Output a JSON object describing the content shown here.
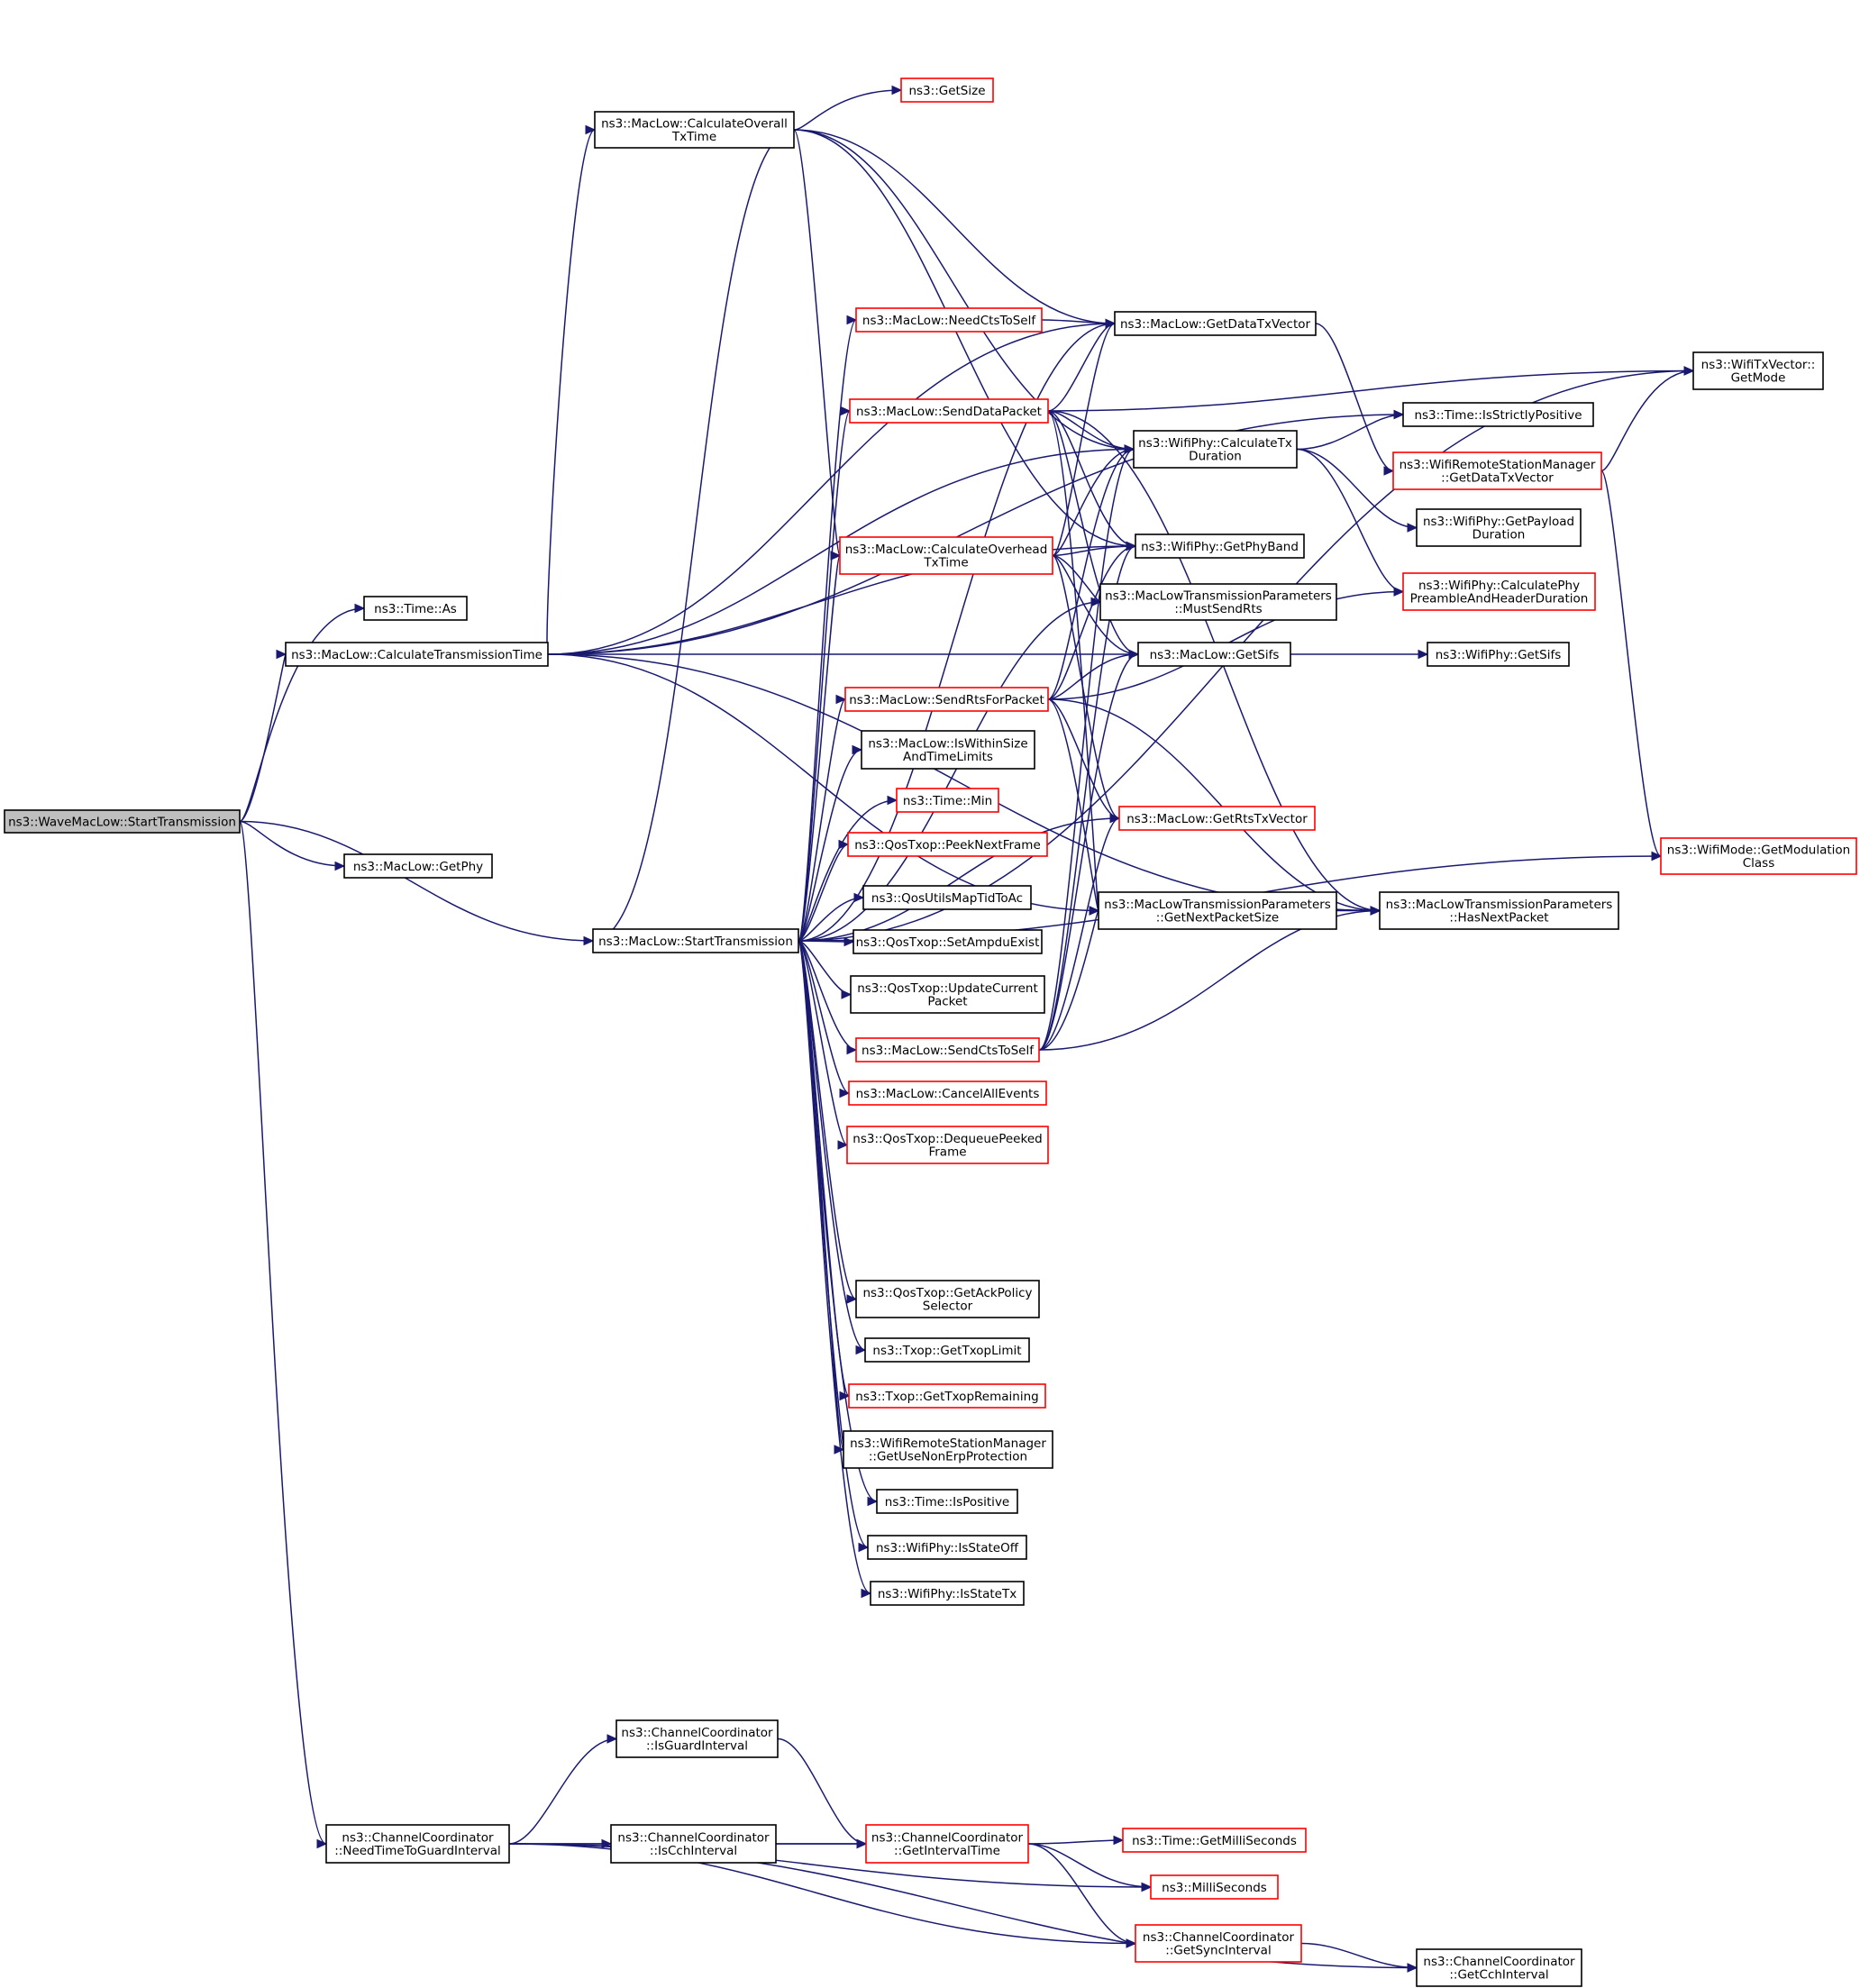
{
  "colors": {
    "edge": "#191970",
    "plain_border": "#000000",
    "red_border": "#ff0000",
    "root_fill": "#bfbfbf"
  },
  "nodes": [
    {
      "id": "root",
      "style": "root",
      "lines": [
        "ns3::WaveMacLow::StartTransmission"
      ]
    },
    {
      "id": "timeAs",
      "style": "plain",
      "lines": [
        "ns3::Time::As"
      ]
    },
    {
      "id": "calcTT",
      "style": "plain",
      "lines": [
        "ns3::MacLow::CalculateTransmissionTime"
      ]
    },
    {
      "id": "getPhy",
      "style": "plain",
      "lines": [
        "ns3::MacLow::GetPhy"
      ]
    },
    {
      "id": "startTx",
      "style": "plain",
      "lines": [
        "ns3::MacLow::StartTransmission"
      ]
    },
    {
      "id": "needGuard",
      "style": "plain",
      "lines": [
        "ns3::ChannelCoordinator",
        "::NeedTimeToGuardInterval"
      ]
    },
    {
      "id": "calcOverall",
      "style": "plain",
      "lines": [
        "ns3::MacLow::CalculateOverall",
        "TxTime"
      ]
    },
    {
      "id": "getSize",
      "style": "red",
      "lines": [
        "ns3::GetSize"
      ]
    },
    {
      "id": "needCts",
      "style": "red",
      "lines": [
        "ns3::MacLow::NeedCtsToSelf"
      ]
    },
    {
      "id": "sendData",
      "style": "red",
      "lines": [
        "ns3::MacLow::SendDataPacket"
      ]
    },
    {
      "id": "calcOverhead",
      "style": "red",
      "lines": [
        "ns3::MacLow::CalculateOverhead",
        "TxTime"
      ]
    },
    {
      "id": "sendRts",
      "style": "red",
      "lines": [
        "ns3::MacLow::SendRtsForPacket"
      ]
    },
    {
      "id": "isWithin",
      "style": "plain",
      "lines": [
        "ns3::MacLow::IsWithinSize",
        "AndTimeLimits"
      ]
    },
    {
      "id": "timeMin",
      "style": "red",
      "lines": [
        "ns3::Time::Min"
      ]
    },
    {
      "id": "peekNext",
      "style": "red",
      "lines": [
        "ns3::QosTxop::PeekNextFrame"
      ]
    },
    {
      "id": "qosMap",
      "style": "plain",
      "lines": [
        "ns3::QosUtilsMapTidToAc"
      ]
    },
    {
      "id": "setAmpdu",
      "style": "plain",
      "lines": [
        "ns3::QosTxop::SetAmpduExist"
      ]
    },
    {
      "id": "updateCur",
      "style": "plain",
      "lines": [
        "ns3::QosTxop::UpdateCurrent",
        "Packet"
      ]
    },
    {
      "id": "sendCts",
      "style": "red",
      "lines": [
        "ns3::MacLow::SendCtsToSelf"
      ]
    },
    {
      "id": "cancelAll",
      "style": "red",
      "lines": [
        "ns3::MacLow::CancelAllEvents"
      ]
    },
    {
      "id": "dequeue",
      "style": "red",
      "lines": [
        "ns3::QosTxop::DequeuePeeked",
        "Frame"
      ]
    },
    {
      "id": "ackPolicy",
      "style": "plain",
      "lines": [
        "ns3::QosTxop::GetAckPolicy",
        "Selector"
      ]
    },
    {
      "id": "txopLimit",
      "style": "plain",
      "lines": [
        "ns3::Txop::GetTxopLimit"
      ]
    },
    {
      "id": "txopRemain",
      "style": "red",
      "lines": [
        "ns3::Txop::GetTxopRemaining"
      ]
    },
    {
      "id": "useNonErp",
      "style": "plain",
      "lines": [
        "ns3::WifiRemoteStationManager",
        "::GetUseNonErpProtection"
      ]
    },
    {
      "id": "isPositive",
      "style": "plain",
      "lines": [
        "ns3::Time::IsPositive"
      ]
    },
    {
      "id": "isStateOff",
      "style": "plain",
      "lines": [
        "ns3::WifiPhy::IsStateOff"
      ]
    },
    {
      "id": "isStateTx",
      "style": "plain",
      "lines": [
        "ns3::WifiPhy::IsStateTx"
      ]
    },
    {
      "id": "getDataTxV",
      "style": "plain",
      "lines": [
        "ns3::MacLow::GetDataTxVector"
      ]
    },
    {
      "id": "calcTxDur",
      "style": "plain",
      "lines": [
        "ns3::WifiPhy::CalculateTx",
        "Duration"
      ]
    },
    {
      "id": "getPhyBand",
      "style": "plain",
      "lines": [
        "ns3::WifiPhy::GetPhyBand"
      ]
    },
    {
      "id": "mustSendRts",
      "style": "plain",
      "lines": [
        "ns3::MacLowTransmissionParameters",
        "::MustSendRts"
      ]
    },
    {
      "id": "getSifs",
      "style": "plain",
      "lines": [
        "ns3::MacLow::GetSifs"
      ]
    },
    {
      "id": "getRtsTxV",
      "style": "red",
      "lines": [
        "ns3::MacLow::GetRtsTxVector"
      ]
    },
    {
      "id": "getNextPkt",
      "style": "plain",
      "lines": [
        "ns3::MacLowTransmissionParameters",
        "::GetNextPacketSize"
      ]
    },
    {
      "id": "hasNextPkt",
      "style": "plain",
      "lines": [
        "ns3::MacLowTransmissionParameters",
        "::HasNextPacket"
      ]
    },
    {
      "id": "getMode",
      "style": "plain",
      "lines": [
        "ns3::WifiTxVector::",
        "GetMode"
      ]
    },
    {
      "id": "isStrictly",
      "style": "plain",
      "lines": [
        "ns3::Time::IsStrictlyPositive"
      ]
    },
    {
      "id": "wrsmDataTxV",
      "style": "red",
      "lines": [
        "ns3::WifiRemoteStationManager",
        "::GetDataTxVector"
      ]
    },
    {
      "id": "getPayload",
      "style": "plain",
      "lines": [
        "ns3::WifiPhy::GetPayload",
        "Duration"
      ]
    },
    {
      "id": "calcPreamble",
      "style": "red",
      "lines": [
        "ns3::WifiPhy::CalculatePhy",
        "PreambleAndHeaderDuration"
      ]
    },
    {
      "id": "phySifs",
      "style": "plain",
      "lines": [
        "ns3::WifiPhy::GetSifs"
      ]
    },
    {
      "id": "modClass",
      "style": "red",
      "lines": [
        "ns3::WifiMode::GetModulation",
        "Class"
      ]
    },
    {
      "id": "isGuard",
      "style": "plain",
      "lines": [
        "ns3::ChannelCoordinator",
        "::IsGuardInterval"
      ]
    },
    {
      "id": "isCch",
      "style": "plain",
      "lines": [
        "ns3::ChannelCoordinator",
        "::IsCchInterval"
      ]
    },
    {
      "id": "getInterval",
      "style": "red",
      "lines": [
        "ns3::ChannelCoordinator",
        "::GetIntervalTime"
      ]
    },
    {
      "id": "getMilli",
      "style": "red",
      "lines": [
        "ns3::Time::GetMilliSeconds"
      ]
    },
    {
      "id": "milliSec",
      "style": "red",
      "lines": [
        "ns3::MilliSeconds"
      ]
    },
    {
      "id": "getSync",
      "style": "red",
      "lines": [
        "ns3::ChannelCoordinator",
        "::GetSyncInterval"
      ]
    },
    {
      "id": "getCch",
      "style": "plain",
      "lines": [
        "ns3::ChannelCoordinator",
        "::GetCchInterval"
      ]
    }
  ],
  "edges": [
    [
      "root",
      "timeAs"
    ],
    [
      "root",
      "calcTT"
    ],
    [
      "root",
      "getPhy"
    ],
    [
      "root",
      "startTx"
    ],
    [
      "root",
      "needGuard"
    ],
    [
      "calcTT",
      "calcOverall"
    ],
    [
      "calcTT",
      "getPhyBand"
    ],
    [
      "calcTT",
      "isStrictly"
    ],
    [
      "calcTT",
      "getSifs"
    ],
    [
      "calcTT",
      "getDataTxV"
    ],
    [
      "calcTT",
      "calcTxDur"
    ],
    [
      "calcTT",
      "hasNextPkt"
    ],
    [
      "calcTT",
      "getNextPkt"
    ],
    [
      "calcOverall",
      "getSize"
    ],
    [
      "calcOverall",
      "getDataTxV"
    ],
    [
      "calcOverall",
      "calcTxDur"
    ],
    [
      "calcOverall",
      "calcOverhead"
    ],
    [
      "calcOverall",
      "getPhyBand"
    ],
    [
      "startTx",
      "calcOverall"
    ],
    [
      "startTx",
      "getMode"
    ],
    [
      "startTx",
      "needCts"
    ],
    [
      "startTx",
      "sendData"
    ],
    [
      "startTx",
      "calcOverhead"
    ],
    [
      "startTx",
      "sendRts"
    ],
    [
      "startTx",
      "isWithin"
    ],
    [
      "startTx",
      "timeMin"
    ],
    [
      "startTx",
      "peekNext"
    ],
    [
      "startTx",
      "qosMap"
    ],
    [
      "startTx",
      "setAmpdu"
    ],
    [
      "startTx",
      "updateCur"
    ],
    [
      "startTx",
      "sendCts"
    ],
    [
      "startTx",
      "cancelAll"
    ],
    [
      "startTx",
      "dequeue"
    ],
    [
      "startTx",
      "ackPolicy"
    ],
    [
      "startTx",
      "txopLimit"
    ],
    [
      "startTx",
      "txopRemain"
    ],
    [
      "startTx",
      "useNonErp"
    ],
    [
      "startTx",
      "isPositive"
    ],
    [
      "startTx",
      "isStateOff"
    ],
    [
      "startTx",
      "isStateTx"
    ],
    [
      "startTx",
      "getDataTxV"
    ],
    [
      "startTx",
      "mustSendRts"
    ],
    [
      "startTx",
      "modClass"
    ],
    [
      "startTx",
      "getRtsTxV"
    ],
    [
      "needCts",
      "getDataTxV"
    ],
    [
      "sendData",
      "getDataTxV"
    ],
    [
      "sendData",
      "getMode"
    ],
    [
      "sendData",
      "calcTxDur"
    ],
    [
      "sendData",
      "getPhyBand"
    ],
    [
      "sendData",
      "getSifs"
    ],
    [
      "sendData",
      "hasNextPkt"
    ],
    [
      "sendData",
      "getNextPkt"
    ],
    [
      "calcOverhead",
      "getDataTxV"
    ],
    [
      "calcOverhead",
      "calcTxDur"
    ],
    [
      "calcOverhead",
      "getPhyBand"
    ],
    [
      "calcOverhead",
      "mustSendRts"
    ],
    [
      "calcOverhead",
      "getSifs"
    ],
    [
      "calcOverhead",
      "getRtsTxV"
    ],
    [
      "sendRts",
      "calcTxDur"
    ],
    [
      "sendRts",
      "getPhyBand"
    ],
    [
      "sendRts",
      "getSifs"
    ],
    [
      "sendRts",
      "getRtsTxV"
    ],
    [
      "sendRts",
      "getNextPkt"
    ],
    [
      "sendRts",
      "hasNextPkt"
    ],
    [
      "sendRts",
      "calcPreamble"
    ],
    [
      "sendCts",
      "calcTxDur"
    ],
    [
      "sendCts",
      "getPhyBand"
    ],
    [
      "sendCts",
      "getSifs"
    ],
    [
      "sendCts",
      "getRtsTxV"
    ],
    [
      "sendCts",
      "getNextPkt"
    ],
    [
      "sendCts",
      "hasNextPkt"
    ],
    [
      "getDataTxV",
      "wrsmDataTxV"
    ],
    [
      "calcTxDur",
      "isStrictly"
    ],
    [
      "calcTxDur",
      "getPayload"
    ],
    [
      "calcTxDur",
      "calcPreamble"
    ],
    [
      "getSifs",
      "phySifs"
    ],
    [
      "getNextPkt",
      "hasNextPkt"
    ],
    [
      "wrsmDataTxV",
      "getMode"
    ],
    [
      "wrsmDataTxV",
      "modClass"
    ],
    [
      "needGuard",
      "isGuard"
    ],
    [
      "needGuard",
      "isCch"
    ],
    [
      "needGuard",
      "getInterval"
    ],
    [
      "needGuard",
      "milliSec"
    ],
    [
      "needGuard",
      "getSync"
    ],
    [
      "needGuard",
      "getCch"
    ],
    [
      "isGuard",
      "getInterval"
    ],
    [
      "isCch",
      "getInterval"
    ],
    [
      "getInterval",
      "getMilli"
    ],
    [
      "getInterval",
      "milliSec"
    ],
    [
      "getInterval",
      "getSync"
    ],
    [
      "getSync",
      "getCch"
    ]
  ]
}
